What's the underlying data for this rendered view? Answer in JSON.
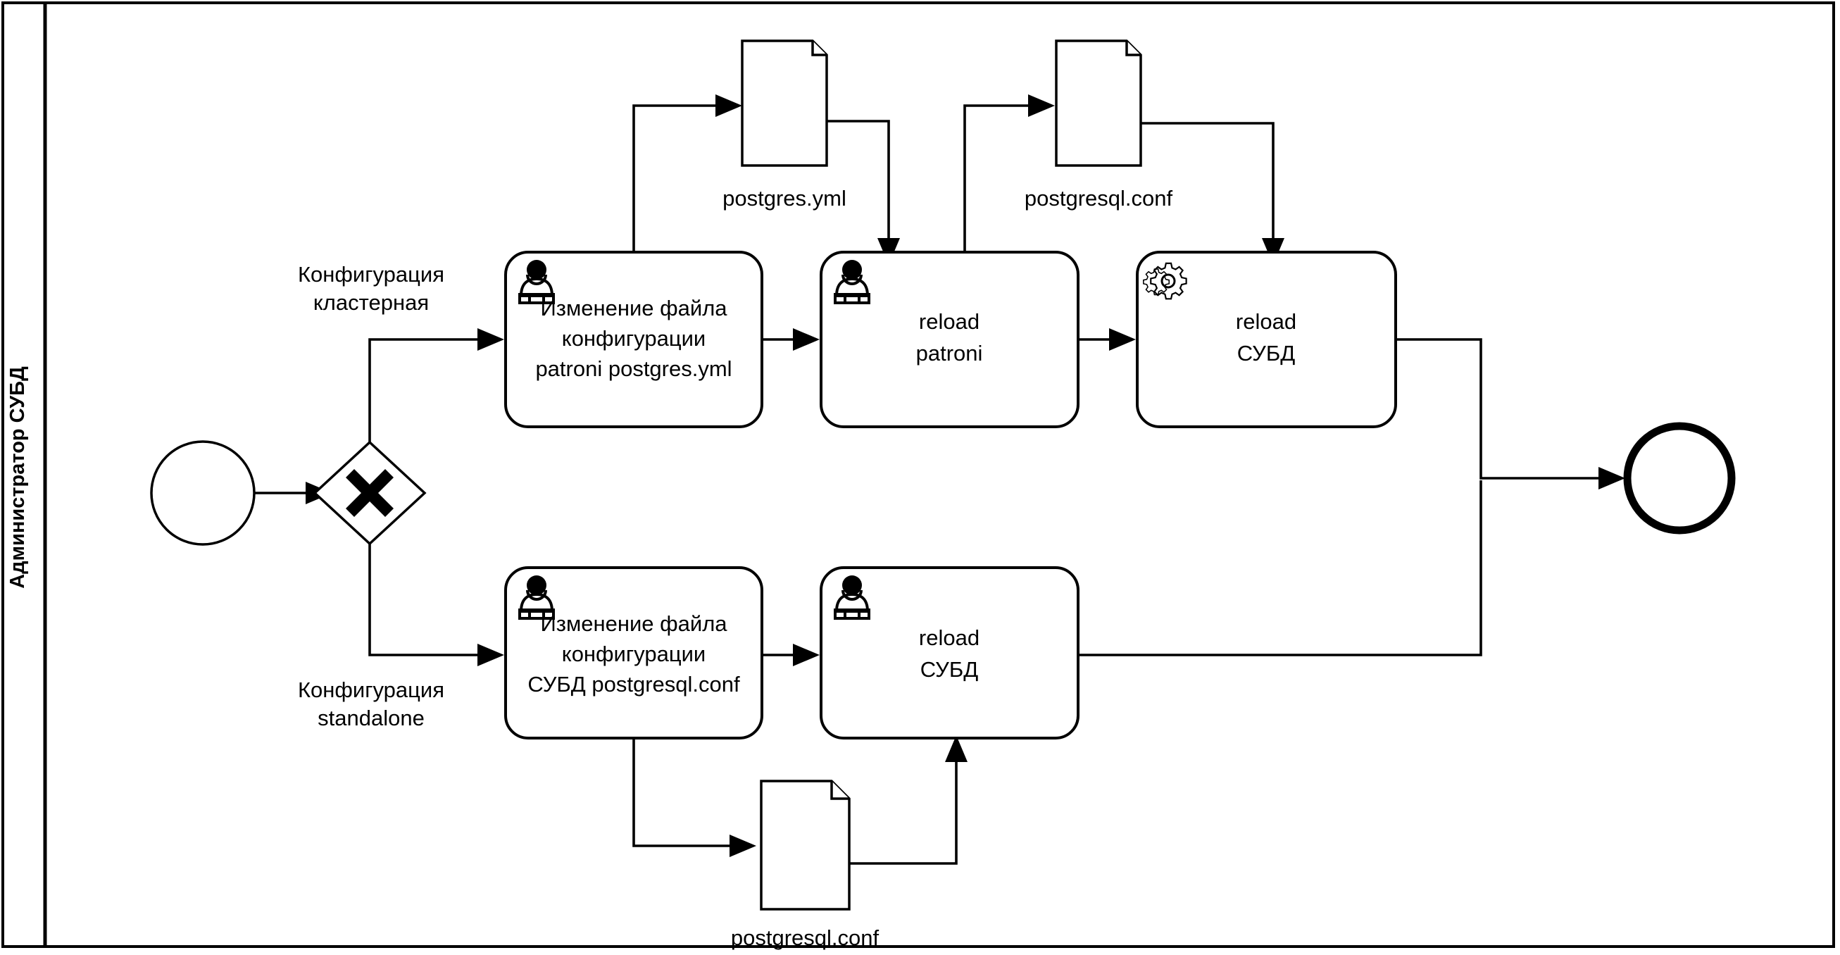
{
  "diagram": {
    "type": "bpmn-process",
    "notation": "BPMN 2.0",
    "lane": {
      "title": "Администратор СУБД"
    },
    "events": [
      {
        "id": "start-event",
        "kind": "start",
        "label": ""
      },
      {
        "id": "end-event",
        "kind": "end",
        "label": ""
      }
    ],
    "gateway": {
      "id": "exclusive-gateway",
      "kind": "exclusive",
      "marker": "X",
      "label": ""
    },
    "branch_labels": {
      "cluster": "Конфигурация\nкластерная",
      "cluster_line1": "Конфигурация",
      "cluster_line2": "кластерная",
      "standalone": "Конфигурация\nstandalone",
      "standalone_line1": "Конфигурация",
      "standalone_line2": "standalone"
    },
    "tasks": [
      {
        "id": "task-edit-patroni-config",
        "icon": "user-task-icon",
        "line1": "Изменение файла",
        "line2": "конфигурации",
        "line3": "patroni postgres.yml"
      },
      {
        "id": "task-reload-patroni",
        "icon": "user-task-icon",
        "line1": "reload",
        "line2": "patroni",
        "line3": ""
      },
      {
        "id": "task-reload-dbms-cluster",
        "icon": "service-task-gear-icon",
        "line1": "reload",
        "line2": "СУБД",
        "line3": ""
      },
      {
        "id": "task-edit-postgresql-config",
        "icon": "user-task-icon",
        "line1": "Изменение файла",
        "line2": "конфигурации",
        "line3": "СУБД postgresql.conf"
      },
      {
        "id": "task-reload-dbms-standalone",
        "icon": "user-task-icon",
        "line1": "reload",
        "line2": "СУБД",
        "line3": ""
      }
    ],
    "data_objects": [
      {
        "id": "data-postgres-yml",
        "label": "postgres.yml"
      },
      {
        "id": "data-postgresql-conf-top",
        "label": "postgresql.conf"
      },
      {
        "id": "data-postgresql-conf-bottom",
        "label": "postgresql.conf"
      }
    ],
    "colors": {
      "stroke": "#000000",
      "fill": "#ffffff",
      "background": "#ffffff"
    }
  }
}
